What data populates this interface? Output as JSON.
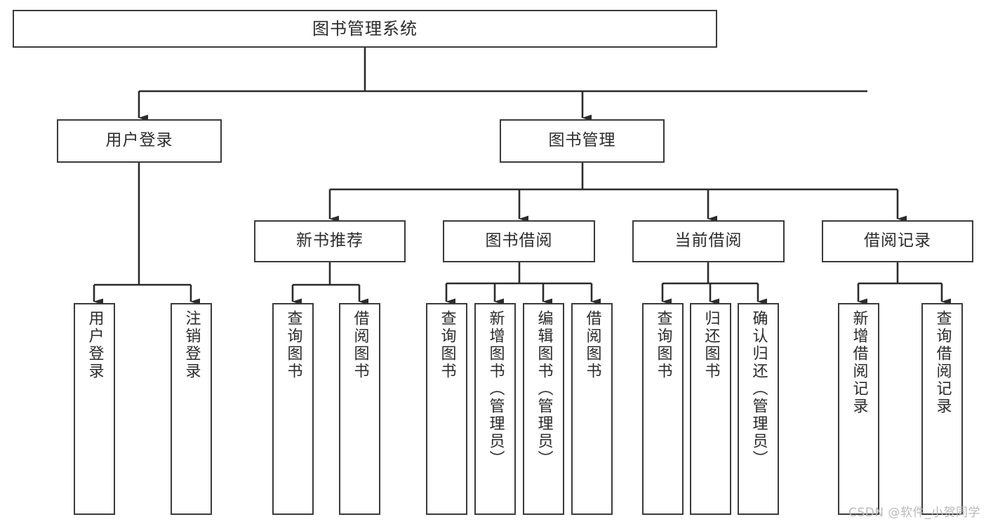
{
  "diagram": {
    "type": "tree-hierarchy-chart",
    "title": "图书管理系统",
    "watermark": "CSDN @软件_小贺同学",
    "levels": {
      "root": {
        "label": "图书管理系统"
      },
      "level2": [
        {
          "id": "user-login",
          "label": "用户登录"
        },
        {
          "id": "book-management",
          "label": "图书管理"
        }
      ],
      "level3": [
        {
          "id": "new-book-recommend",
          "label": "新书推荐",
          "parent": "book-management"
        },
        {
          "id": "book-borrow",
          "label": "图书借阅",
          "parent": "book-management"
        },
        {
          "id": "current-borrow",
          "label": "当前借阅",
          "parent": "book-management"
        },
        {
          "id": "borrow-record",
          "label": "借阅记录",
          "parent": "book-management"
        }
      ],
      "leaves": [
        {
          "id": "leaf-user-login",
          "label": "用户登录",
          "parent": "user-login"
        },
        {
          "id": "leaf-logout",
          "label": "注销登录",
          "parent": "user-login"
        },
        {
          "id": "leaf-query-book-1",
          "label": "查询图书",
          "parent": "new-book-recommend"
        },
        {
          "id": "leaf-borrow-book-1",
          "label": "借阅图书",
          "parent": "new-book-recommend"
        },
        {
          "id": "leaf-query-book-2",
          "label": "查询图书",
          "parent": "book-borrow"
        },
        {
          "id": "leaf-add-book",
          "label": "新增图书（管理员）",
          "parent": "book-borrow"
        },
        {
          "id": "leaf-edit-book",
          "label": "编辑图书（管理员）",
          "parent": "book-borrow"
        },
        {
          "id": "leaf-borrow-book-2",
          "label": "借阅图书",
          "parent": "book-borrow"
        },
        {
          "id": "leaf-query-book-3",
          "label": "查询图书",
          "parent": "current-borrow"
        },
        {
          "id": "leaf-return-book",
          "label": "归还图书",
          "parent": "current-borrow"
        },
        {
          "id": "leaf-confirm-return",
          "label": "确认归还（管理员）",
          "parent": "current-borrow"
        },
        {
          "id": "leaf-add-record",
          "label": "新增借阅记录",
          "parent": "borrow-record"
        },
        {
          "id": "leaf-query-record",
          "label": "查询借阅记录",
          "parent": "borrow-record"
        }
      ]
    },
    "colors": {
      "box_border": "#3b3b3b",
      "box_fill": "#ffffff",
      "connector": "#2b2b2b",
      "text": "#2b2b2b",
      "watermark": "#b9b9b9",
      "background": "#ffffff"
    }
  }
}
